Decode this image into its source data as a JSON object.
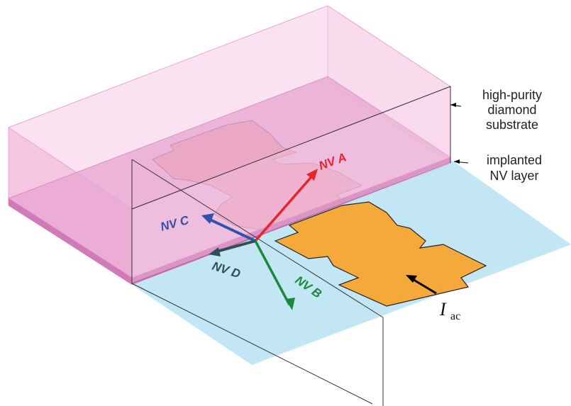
{
  "labels": {
    "substrate": [
      "high-purity",
      "diamond",
      "substrate"
    ],
    "layer": [
      "implanted",
      "NV layer"
    ],
    "current_symbol": "I",
    "current_subscript": "ac"
  },
  "vectors": [
    {
      "name": "NV A",
      "color": "#e8242b"
    },
    {
      "name": "NV B",
      "color": "#1a8a3a"
    },
    {
      "name": "NV C",
      "color": "#3152a8"
    },
    {
      "name": "NV D",
      "color": "#2f4f57"
    }
  ],
  "colors": {
    "substrate_fill": "#f7c8e4",
    "substrate_edge": "#e9a6cf",
    "nv_layer": "#d07ab8",
    "ground_plane": "#c3e6f5",
    "electrode_hidden": "#f4b39a",
    "electrode_visible": "#f5a93a",
    "arrow": "#000000"
  }
}
